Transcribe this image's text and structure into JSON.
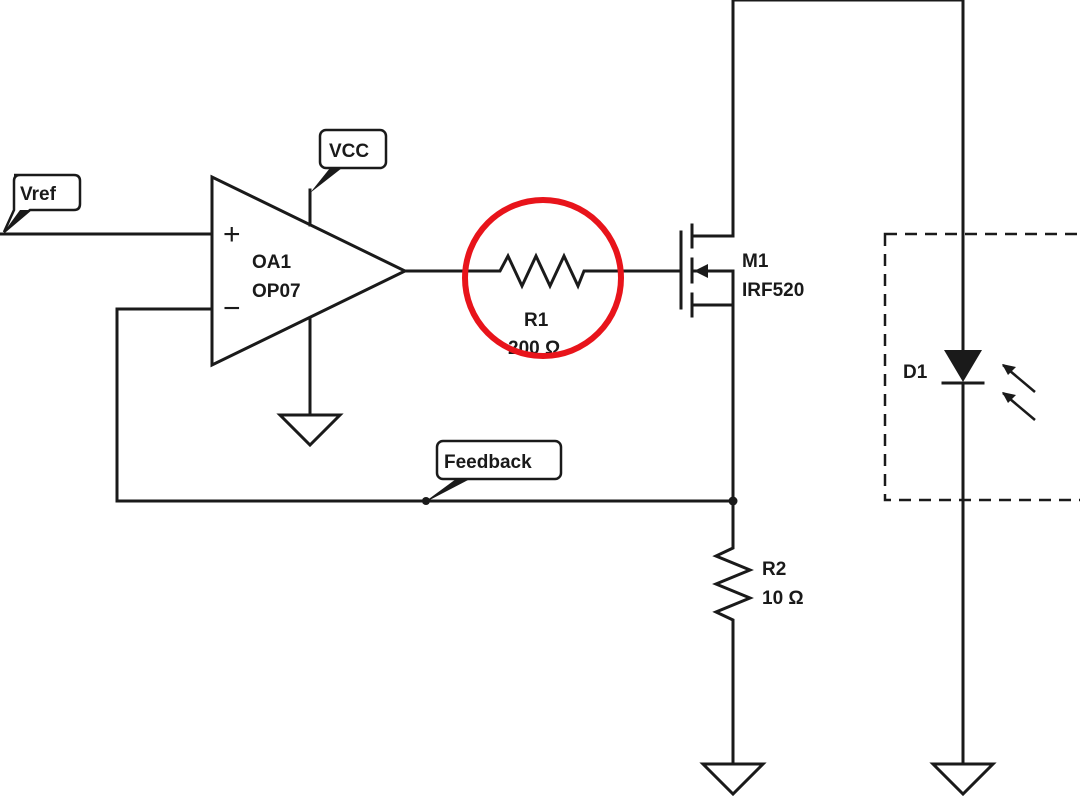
{
  "net_labels": {
    "vref": "Vref",
    "vcc": "VCC",
    "feedback": "Feedback"
  },
  "opamp": {
    "ref": "OA1",
    "part": "OP07",
    "plus_sign": "+",
    "minus_sign": "−"
  },
  "r1": {
    "ref": "R1",
    "value": "200 Ω"
  },
  "mosfet": {
    "ref": "M1",
    "part": "IRF520"
  },
  "r2": {
    "ref": "R2",
    "value": "10 Ω"
  },
  "led": {
    "ref": "D1"
  },
  "colors": {
    "wire": "#1a1a1a",
    "highlight_circle": "#e8141b",
    "background": "#ffffff"
  }
}
